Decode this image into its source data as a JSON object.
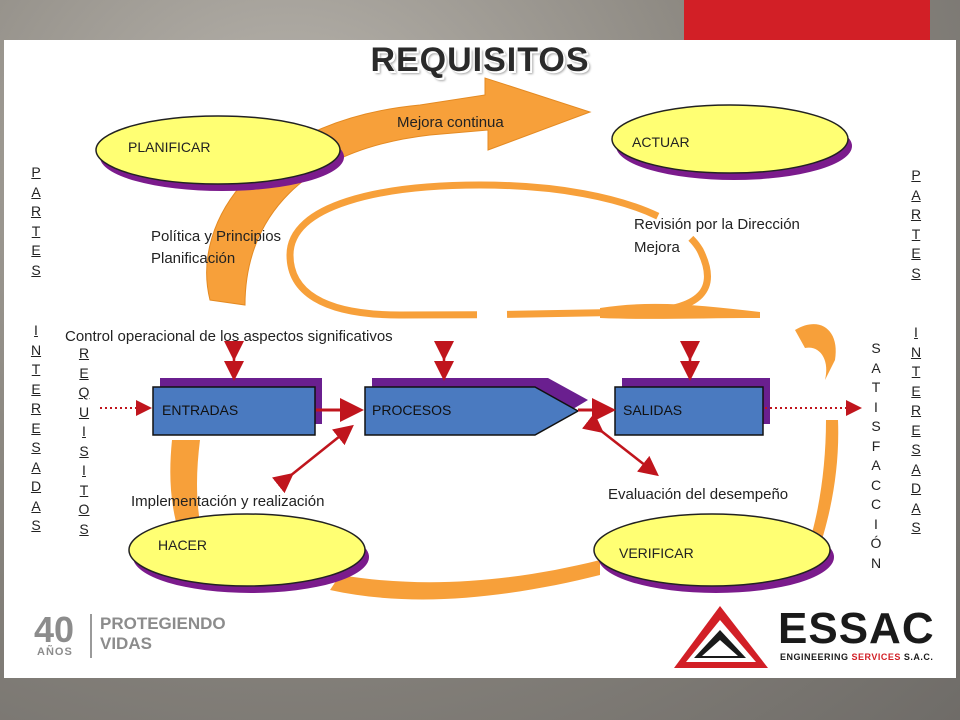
{
  "title": "REQUISITOS",
  "cycle": {
    "planificar": "PLANIFICAR",
    "actuar": "ACTUAR",
    "hacer": "HACER",
    "verificar": "VERIFICAR"
  },
  "labels": {
    "mejora_continua": "Mejora continua",
    "politica": "Política y Principios",
    "planificacion": "Planificación",
    "revision": "Revisión por la Dirección",
    "mejora": "Mejora",
    "control_operacional": "Control operacional de los aspectos significativos",
    "implementacion": "Implementación y realización",
    "evaluacion": "Evaluación del desempeño"
  },
  "process": {
    "entradas": "ENTRADAS",
    "procesos": "PROCESOS",
    "salidas": "SALIDAS"
  },
  "side": {
    "left_partes": "P\nA\nR\nT\nE\nS",
    "left_interesadas": "I\nN\nT\nE\nR\nE\nS\nA\nD\nA\nS",
    "requisitos": "R\nE\nQ\nU\nI\nS\nI\nT\nO\nS",
    "satisfaccion": "S\nA\nT\nI\nS\nF\nA\nC\nC\nI\nÓ\nN",
    "right_partes": "P\nA\nR\nT\nE\nS",
    "right_interesadas": "I\nN\nT\nE\nR\nE\nS\nA\nD\nA\nS"
  },
  "logos": {
    "anniversary_number": "40",
    "anniversary_years": "AÑOS",
    "anniversary_line1": "PROTEGIENDO",
    "anniversary_line2": "VIDAS",
    "company_name": "ESSAC",
    "company_sub_a": "ENGINEERING",
    "company_sub_b": "SERVICES",
    "company_sub_c": "S.A.C."
  },
  "colors": {
    "oval_fill": "#ffff73",
    "oval_shadow": "#7b1b8c",
    "box_fill": "#4a7ac0",
    "box_shadow": "#6a1f8f",
    "cycle_arrow": "#f7a03a",
    "connector_red": "#c0151d",
    "brand_red": "#d21f26"
  }
}
